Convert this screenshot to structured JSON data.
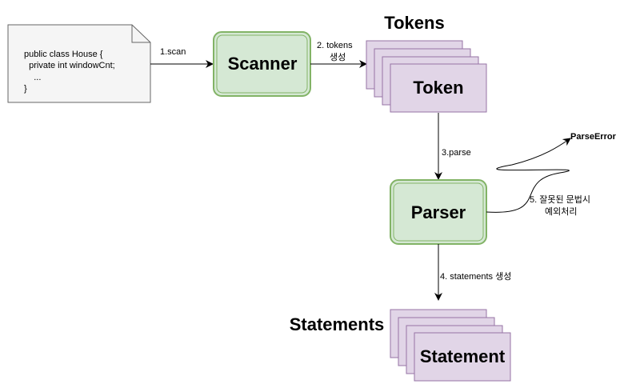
{
  "source_code": {
    "lines": [
      "public class House {",
      "  private int windowCnt;",
      "    ...",
      "}"
    ]
  },
  "nodes": {
    "scanner": "Scanner",
    "tokens_title": "Tokens",
    "token": "Token",
    "parser": "Parser",
    "statements_title": "Statements",
    "statement": "Statement",
    "parse_error": "ParseError"
  },
  "edges": {
    "scan": "1.scan",
    "tokens_gen_line1": "2. tokens",
    "tokens_gen_line2": "생성",
    "parse": "3.parse",
    "statements_gen": "4. statements 생성",
    "error_line1": "5. 잘못된 문법시",
    "error_line2": "예외처리"
  },
  "colors": {
    "green_fill": "#d5e8d4",
    "green_stroke": "#82b366",
    "purple_fill": "#e1d5e7",
    "purple_stroke": "#9673a6",
    "note_fill": "#f5f5f5",
    "note_stroke": "#666666"
  }
}
